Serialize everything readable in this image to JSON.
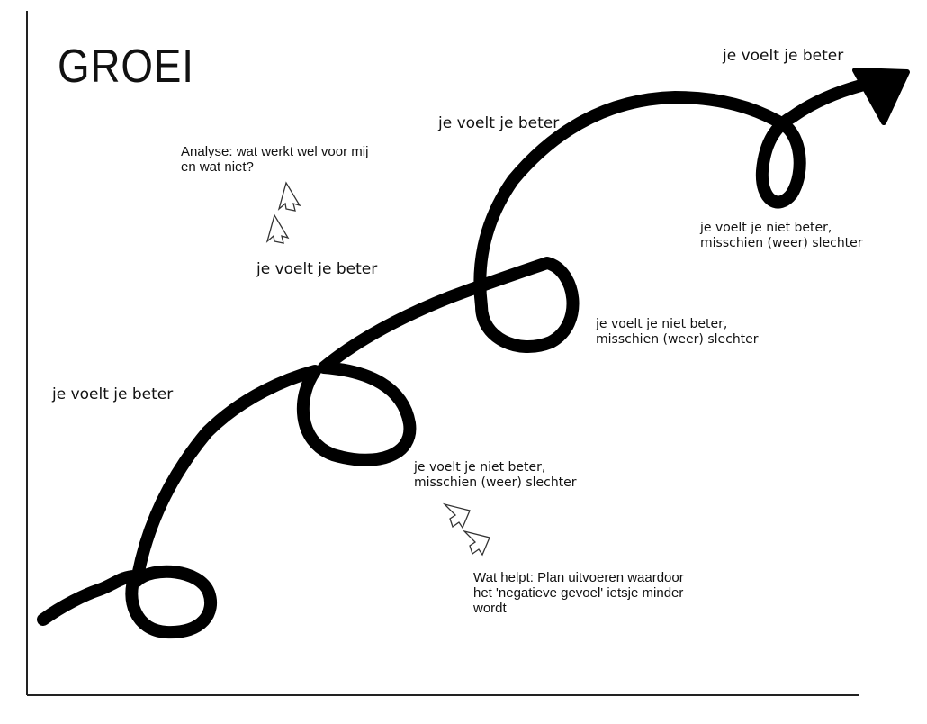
{
  "title": "GROEI",
  "labels": {
    "better_1": "je voelt je beter",
    "better_2": "je voelt je beter",
    "better_3": "je voelt je beter",
    "better_4": "je voelt je beter",
    "worse_1_line1": "je voelt je niet beter,",
    "worse_1_line2": "misschien (weer) slechter",
    "worse_2_line1": "je voelt je niet beter,",
    "worse_2_line2": "misschien (weer) slechter",
    "worse_3_line1": "je voelt je niet beter,",
    "worse_3_line2": "misschien (weer) slechter",
    "analyse_line1": "Analyse: wat werkt wel voor mij",
    "analyse_line2": "en wat niet?",
    "helps_line1": "Wat helpt: Plan uitvoeren waardoor",
    "helps_line2": "het 'negatieve gevoel' ietsje minder",
    "helps_line3": "wordt"
  },
  "colors": {
    "stroke": "#000000",
    "background": "#ffffff"
  }
}
